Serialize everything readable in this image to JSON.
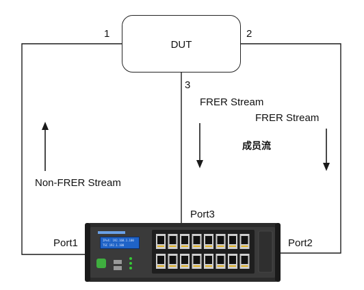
{
  "dut": {
    "label": "DUT"
  },
  "ports": {
    "dut_port_1": "1",
    "dut_port_2": "2",
    "dut_port_3": "3",
    "tester_port_1": "Port1",
    "tester_port_2": "Port2",
    "tester_port_3": "Port3"
  },
  "streams": {
    "non_frer": "Non-FRER Stream",
    "frer_a": "FRER Stream",
    "frer_b": "FRER Stream",
    "member_stream": "成员流"
  },
  "device": {
    "screen_line_1": "IPv4: 192.168.1.100",
    "screen_line_2": "TSC 192.1.100"
  },
  "colors": {
    "line": "#1a1a1a",
    "device_body": "#2b2b2b",
    "screen": "#1f63c7",
    "power_button": "#3fae3f"
  }
}
